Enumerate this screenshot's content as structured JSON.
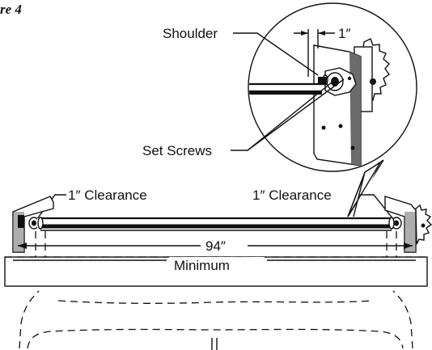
{
  "figure": {
    "title": "re 4",
    "labels": {
      "shoulder": "Shoulder",
      "one_inch": "1″",
      "set_screws": "Set Screws",
      "clearance_left": "1″ Clearance",
      "clearance_right": "1″ Clearance",
      "length": "94″",
      "minimum": "Minimum"
    }
  }
}
